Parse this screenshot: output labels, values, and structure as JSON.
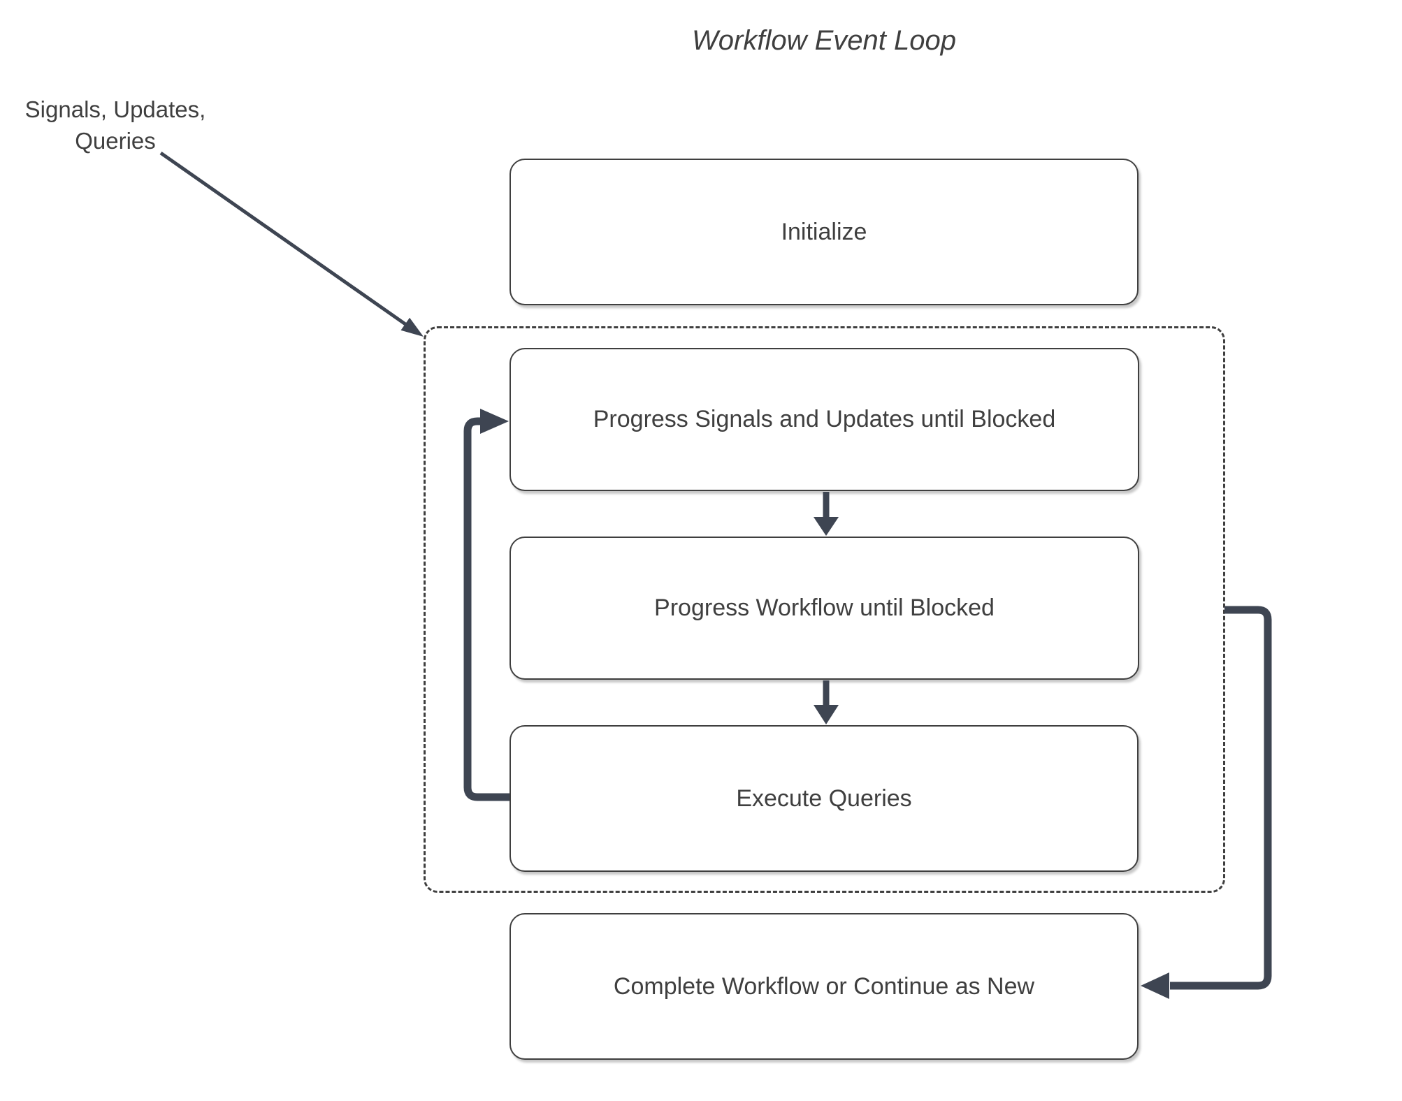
{
  "title": "Workflow Event Loop",
  "side_label": {
    "line1": "Signals, Updates,",
    "line2": "Queries"
  },
  "nodes": [
    {
      "id": "initialize",
      "label": "Initialize"
    },
    {
      "id": "progress-signals-and-updates",
      "label": "Progress Signals and Updates until Blocked"
    },
    {
      "id": "progress-workflow",
      "label": "Progress Workflow until Blocked"
    },
    {
      "id": "execute-queries",
      "label": "Execute Queries"
    },
    {
      "id": "complete-workflow",
      "label": "Complete Workflow or Continue as New"
    }
  ],
  "group": {
    "id": "event-loop-group",
    "contains": [
      "progress-signals-and-updates",
      "progress-workflow",
      "execute-queries"
    ]
  },
  "edges": [
    {
      "from": "signals-updates-queries-label",
      "to": "event-loop-group",
      "style": "thin-diagonal-arrow"
    },
    {
      "from": "progress-signals-and-updates",
      "to": "progress-workflow",
      "style": "thick-down-arrow"
    },
    {
      "from": "progress-workflow",
      "to": "execute-queries",
      "style": "thick-down-arrow"
    },
    {
      "from": "execute-queries",
      "to": "progress-signals-and-updates",
      "style": "thick-left-loop-arrow"
    },
    {
      "from": "event-loop-group",
      "to": "complete-workflow",
      "style": "thick-right-elbow-arrow"
    }
  ],
  "colors": {
    "background": "#ffffff",
    "box_border": "#3f3f3f",
    "text": "#3f3f3f",
    "arrow": "#3e4552"
  }
}
